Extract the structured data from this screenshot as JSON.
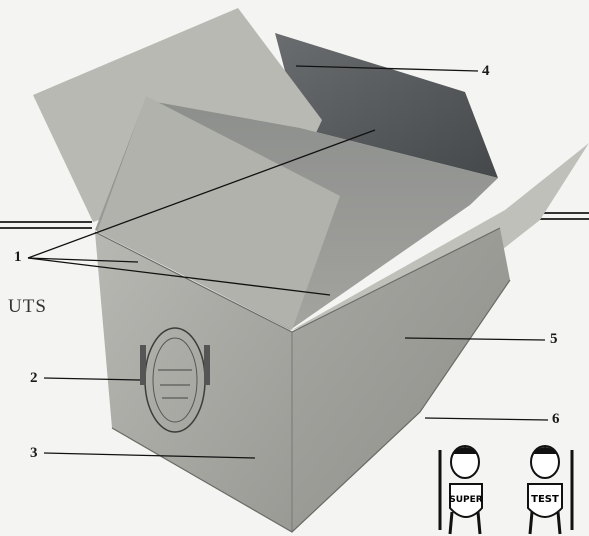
{
  "side_text": "UTS",
  "callouts": [
    {
      "number": "1"
    },
    {
      "number": "2"
    },
    {
      "number": "3"
    },
    {
      "number": "4"
    },
    {
      "number": "5"
    },
    {
      "number": "6"
    }
  ],
  "logos": [
    {
      "word": "SUPER"
    },
    {
      "word": "TEST"
    }
  ],
  "colors": {
    "background": "#f4f4f2",
    "box_front": "#a9a9a4",
    "box_right": "#9f9f9a",
    "flap_dark": "#55585a",
    "flap_light": "#b9b9b4",
    "ink": "#1a1a1a"
  }
}
